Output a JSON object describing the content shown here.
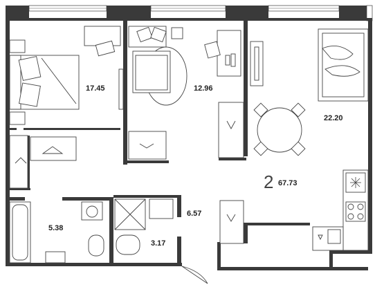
{
  "plan": {
    "rooms_count": "2",
    "total_area": "67.73",
    "rooms": [
      {
        "key": "bedroom",
        "area": "17.45"
      },
      {
        "key": "second-room",
        "area": "12.96"
      },
      {
        "key": "living-kitchen",
        "area": "22.20"
      },
      {
        "key": "hallway",
        "area": "6.57"
      },
      {
        "key": "bathroom",
        "area": "5.38"
      },
      {
        "key": "wc",
        "area": "3.17"
      }
    ]
  }
}
